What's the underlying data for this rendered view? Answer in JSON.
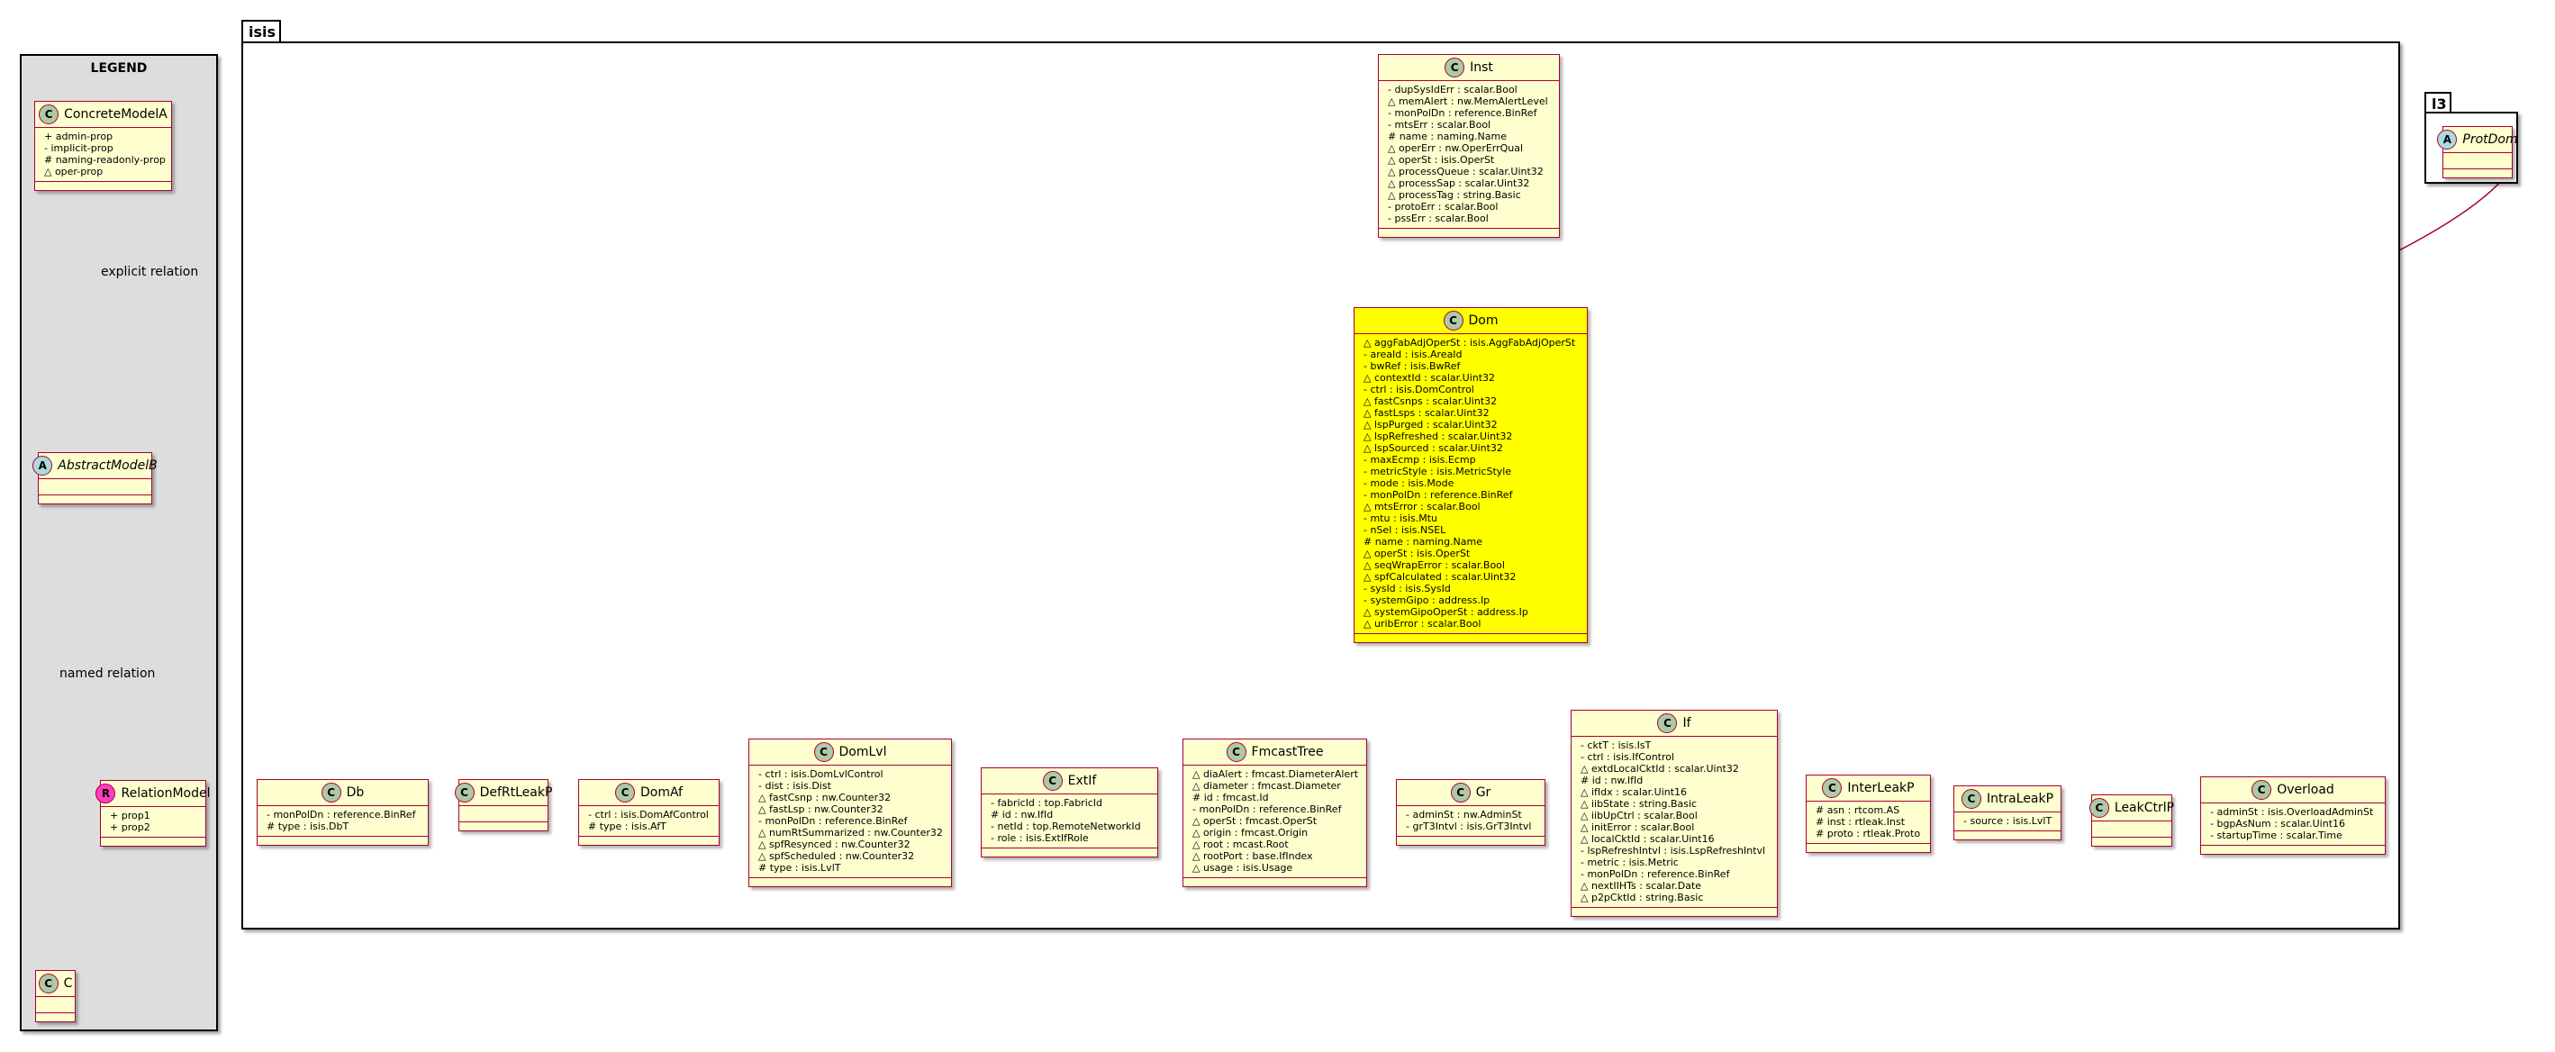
{
  "legend": {
    "title": "LEGEND",
    "concrete": {
      "name": "ConcreteModelA",
      "attrs": [
        "+ admin-prop",
        "- implicit-prop",
        "# naming-readonly-prop",
        "△ oper-prop"
      ]
    },
    "abstract": {
      "name": "AbstractModelB"
    },
    "relation": {
      "name": "RelationModel",
      "attrs": [
        "+ prop1",
        "+ prop2"
      ]
    },
    "c": {
      "name": "C"
    },
    "explicit_label": "explicit relation",
    "named_label": "named relation"
  },
  "packages": {
    "isis": "isis",
    "l3": "l3"
  },
  "classes": {
    "inst": {
      "name": "Inst",
      "attrs": [
        "- dupSysIdErr : scalar.Bool",
        "△ memAlert : nw.MemAlertLevel",
        "- monPolDn : reference.BinRef",
        "- mtsErr : scalar.Bool",
        "# name : naming.Name",
        "△ operErr : nw.OperErrQual",
        "△ operSt : isis.OperSt",
        "△ processQueue : scalar.Uint32",
        "△ processSap : scalar.Uint32",
        "△ processTag : string.Basic",
        "- protoErr : scalar.Bool",
        "- pssErr : scalar.Bool"
      ]
    },
    "dom": {
      "name": "Dom",
      "attrs": [
        "△ aggFabAdjOperSt : isis.AggFabAdjOperSt",
        "- areaId : isis.AreaId",
        "- bwRef : isis.BwRef",
        "△ contextId : scalar.Uint32",
        "- ctrl : isis.DomControl",
        "△ fastCsnps : scalar.Uint32",
        "△ fastLsps : scalar.Uint32",
        "△ lspPurged : scalar.Uint32",
        "△ lspRefreshed : scalar.Uint32",
        "△ lspSourced : scalar.Uint32",
        "- maxEcmp : isis.Ecmp",
        "- metricStyle : isis.MetricStyle",
        "- mode : isis.Mode",
        "- monPolDn : reference.BinRef",
        "△ mtsError : scalar.Bool",
        "- mtu : isis.Mtu",
        "- nSel : isis.NSEL",
        "# name : naming.Name",
        "△ operSt : isis.OperSt",
        "△ seqWrapError : scalar.Bool",
        "△ spfCalculated : scalar.Uint32",
        "- sysId : isis.SysId",
        "- systemGipo : address.Ip",
        "△ systemGipoOperSt : address.Ip",
        "△ uribError : scalar.Bool"
      ]
    },
    "protdom": {
      "name": "ProtDom"
    },
    "db": {
      "name": "Db",
      "attrs": [
        "- monPolDn : reference.BinRef",
        "# type : isis.DbT"
      ]
    },
    "defrt": {
      "name": "DefRtLeakP"
    },
    "domaf": {
      "name": "DomAf",
      "attrs": [
        "- ctrl : isis.DomAfControl",
        "# type : isis.AfT"
      ]
    },
    "domlvl": {
      "name": "DomLvl",
      "attrs": [
        "- ctrl : isis.DomLvlControl",
        "- dist : isis.Dist",
        "△ fastCsnp : nw.Counter32",
        "△ fastLsp : nw.Counter32",
        "- monPolDn : reference.BinRef",
        "△ numRtSummarized : nw.Counter32",
        "△ spfResynced : nw.Counter32",
        "△ spfScheduled : nw.Counter32",
        "# type : isis.LvlT"
      ]
    },
    "extif": {
      "name": "ExtIf",
      "attrs": [
        "- fabricId : top.FabricId",
        "# id : nw.IfId",
        "- netId : top.RemoteNetworkId",
        "- role : isis.ExtIfRole"
      ]
    },
    "fmcast": {
      "name": "FmcastTree",
      "attrs": [
        "△ diaAlert : fmcast.DiameterAlert",
        "△ diameter : fmcast.Diameter",
        "# id : fmcast.Id",
        "- monPolDn : reference.BinRef",
        "△ operSt : fmcast.OperSt",
        "△ origin : fmcast.Origin",
        "△ root : mcast.Root",
        "△ rootPort : base.IfIndex",
        "△ usage : isis.Usage"
      ]
    },
    "gr": {
      "name": "Gr",
      "attrs": [
        "- adminSt : nw.AdminSt",
        "- grT3Intvl : isis.GrT3Intvl"
      ]
    },
    "if": {
      "name": "If",
      "attrs": [
        "- cktT : isis.IsT",
        "- ctrl : isis.IfControl",
        "△ extdLocalCktId : scalar.Uint32",
        "# id : nw.IfId",
        "△ ifIdx : scalar.Uint16",
        "△ iibState : string.Basic",
        "△ iibUpCtrl : scalar.Bool",
        "△ initError : scalar.Bool",
        "△ localCktId : scalar.Uint16",
        "- lspRefreshIntvl : isis.LspRefreshIntvl",
        "- metric : isis.Metric",
        "- monPolDn : reference.BinRef",
        "△ nextIIHTs : scalar.Date",
        "△ p2pCktId : string.Basic"
      ]
    },
    "interleak": {
      "name": "InterLeakP",
      "attrs": [
        "# asn : rtcom.AS",
        "# inst : rtleak.Inst",
        "# proto : rtleak.Proto"
      ]
    },
    "intraleak": {
      "name": "IntraLeakP",
      "attrs": [
        "- source : isis.LvlT"
      ]
    },
    "leakctrl": {
      "name": "LeakCtrlP"
    },
    "overload": {
      "name": "Overload",
      "attrs": [
        "- adminSt : isis.OverloadAdminSt",
        "- bgpAsNum : scalar.Uint16",
        "- startupTime : scalar.Time"
      ]
    }
  }
}
